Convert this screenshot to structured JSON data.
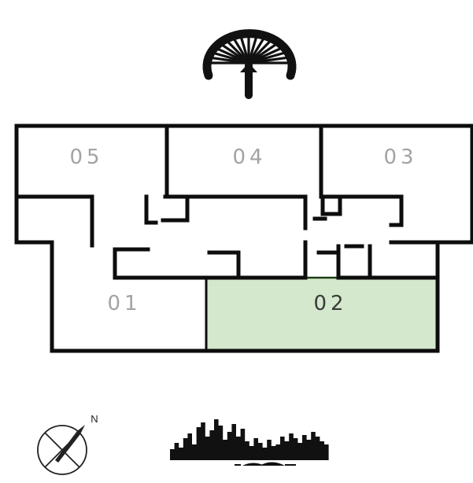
{
  "logo": {
    "icon": "palm-island-logo-icon"
  },
  "floor_plan": {
    "units": [
      {
        "id": "05",
        "label": "05",
        "highlighted": false
      },
      {
        "id": "04",
        "label": "04",
        "highlighted": false
      },
      {
        "id": "03",
        "label": "03",
        "highlighted": false
      },
      {
        "id": "01",
        "label": "01",
        "highlighted": false
      },
      {
        "id": "02",
        "label": "02",
        "highlighted": true
      }
    ],
    "colors": {
      "wall": "#0d0d0d",
      "label": "#a3a3a3",
      "highlight_label": "#3a3a3a",
      "highlight_fill": "#d3e8cc",
      "highlight_stroke": "#1d3d14"
    }
  },
  "compass": {
    "north_label": "N",
    "icon": "compass-icon"
  },
  "skyline": {
    "icon": "city-skyline-icon"
  }
}
